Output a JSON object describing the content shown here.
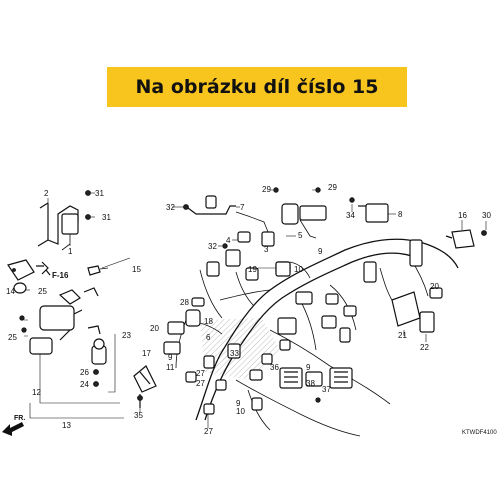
{
  "banner": {
    "text": "Na obrázku díl číslo 15",
    "background": "#f7c51e"
  },
  "diagram": {
    "code": "KTWDF4100",
    "fr_label": "FR.",
    "f16_label": "F-16",
    "parts": [
      {
        "id": "p2",
        "label": "2"
      },
      {
        "id": "p31a",
        "label": "31"
      },
      {
        "id": "p31b",
        "label": "31"
      },
      {
        "id": "p1",
        "label": "1"
      },
      {
        "id": "p32a",
        "label": "32"
      },
      {
        "id": "p29a",
        "label": "29"
      },
      {
        "id": "p29b",
        "label": "29"
      },
      {
        "id": "p7",
        "label": "7"
      },
      {
        "id": "p34",
        "label": "34"
      },
      {
        "id": "p8",
        "label": "8"
      },
      {
        "id": "p16",
        "label": "16"
      },
      {
        "id": "p30",
        "label": "30"
      },
      {
        "id": "p5",
        "label": "5"
      },
      {
        "id": "p3",
        "label": "3"
      },
      {
        "id": "p4",
        "label": "4"
      },
      {
        "id": "p32b",
        "label": "32"
      },
      {
        "id": "p9a",
        "label": "9"
      },
      {
        "id": "p19",
        "label": "19"
      },
      {
        "id": "p10",
        "label": "10"
      },
      {
        "id": "p15",
        "label": "15"
      },
      {
        "id": "p14",
        "label": "14"
      },
      {
        "id": "p25a",
        "label": "25"
      },
      {
        "id": "p25b",
        "label": "25"
      },
      {
        "id": "p28",
        "label": "28"
      },
      {
        "id": "p18",
        "label": "18"
      },
      {
        "id": "p6",
        "label": "6"
      },
      {
        "id": "p20a",
        "label": "20"
      },
      {
        "id": "p20b",
        "label": "20"
      },
      {
        "id": "p33",
        "label": "33"
      },
      {
        "id": "p23",
        "label": "23"
      },
      {
        "id": "p17",
        "label": "17"
      },
      {
        "id": "p9b",
        "label": "9"
      },
      {
        "id": "p11",
        "label": "11"
      },
      {
        "id": "p27a",
        "label": "27"
      },
      {
        "id": "p27b",
        "label": "27"
      },
      {
        "id": "p27c",
        "label": "27"
      },
      {
        "id": "p26",
        "label": "26"
      },
      {
        "id": "p24",
        "label": "24"
      },
      {
        "id": "p36",
        "label": "36"
      },
      {
        "id": "p9c",
        "label": "9"
      },
      {
        "id": "p37",
        "label": "37"
      },
      {
        "id": "p38",
        "label": "38"
      },
      {
        "id": "p9d",
        "label": "9"
      },
      {
        "id": "p10b",
        "label": "10"
      },
      {
        "id": "p21",
        "label": "21"
      },
      {
        "id": "p22",
        "label": "22"
      },
      {
        "id": "p12",
        "label": "12"
      },
      {
        "id": "p13",
        "label": "13"
      },
      {
        "id": "p35",
        "label": "35"
      }
    ]
  }
}
